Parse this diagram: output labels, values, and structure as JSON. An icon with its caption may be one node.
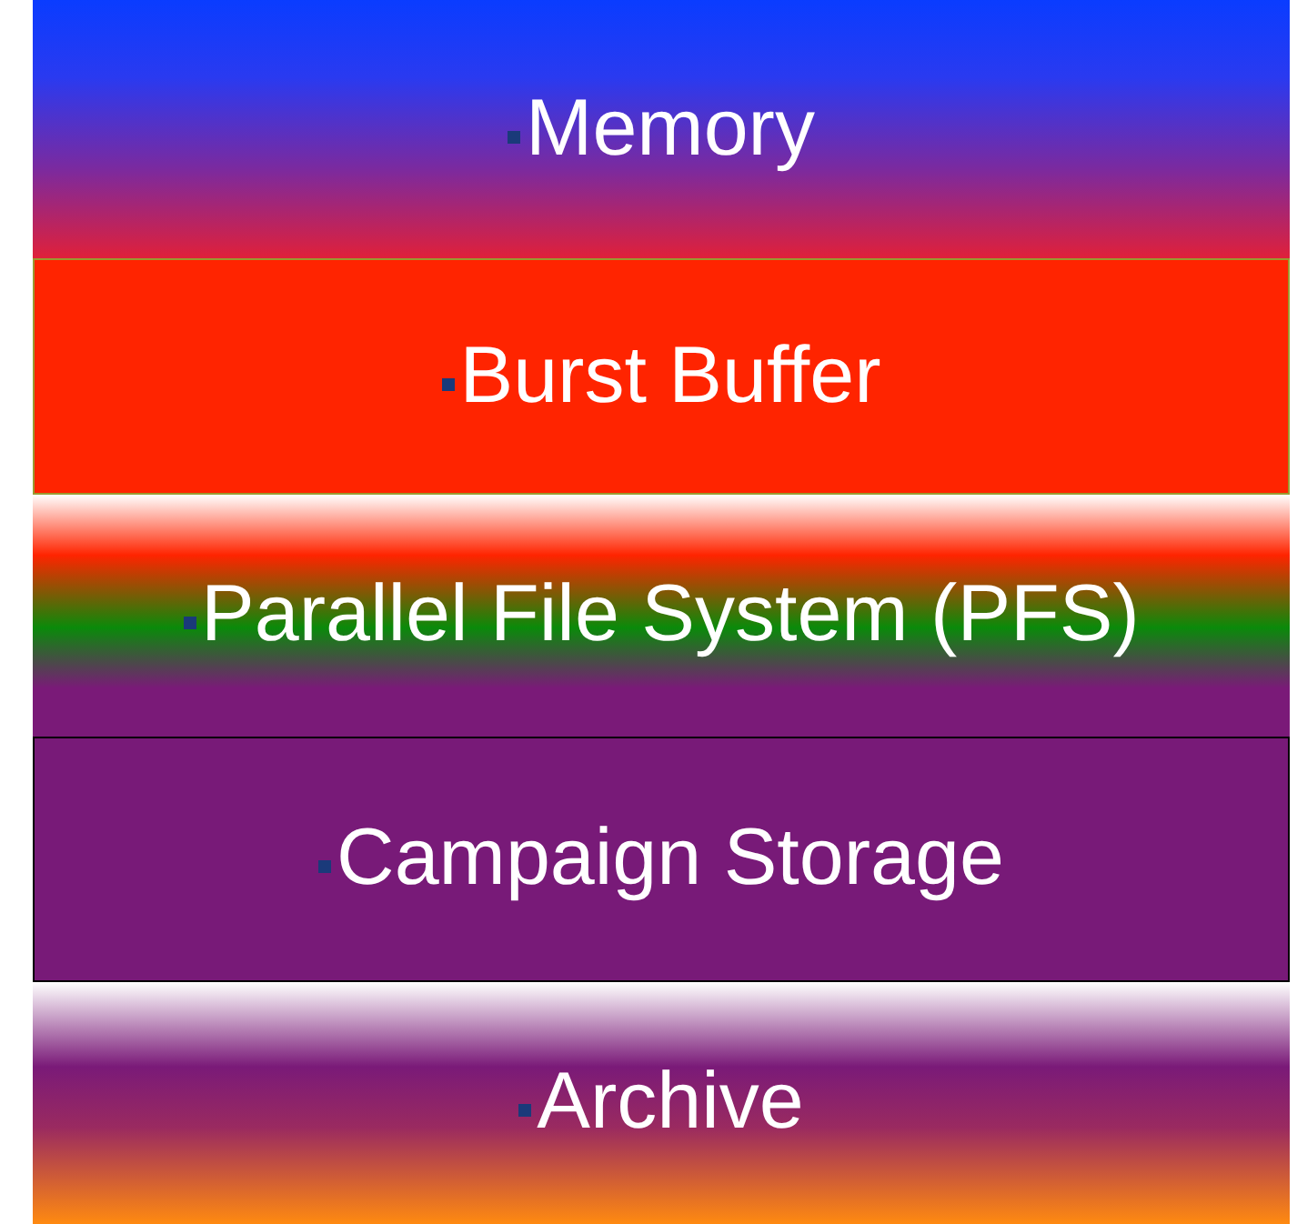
{
  "diagram": {
    "nodes": [
      {
        "text": [
          "Memory"
        ]
      },
      {
        "text": [
          "Burst Buffer"
        ]
      },
      {
        "text": [
          "Parallel File System (PFS)"
        ]
      },
      {
        "text": [
          "Campaign Storage"
        ]
      },
      {
        "text": [
          "Archive"
        ]
      }
    ]
  }
}
